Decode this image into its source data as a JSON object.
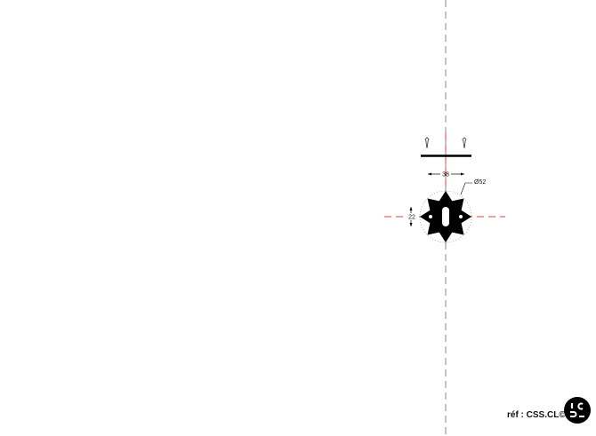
{
  "drawing": {
    "dimensions": {
      "width": "38",
      "diameter": "Ø52",
      "height": "22"
    },
    "reference": "réf : CSS.CL©",
    "logo_text": "CSS",
    "colors": {
      "part": "#000000",
      "axis": "#e04040",
      "centerline": "#888888"
    }
  }
}
